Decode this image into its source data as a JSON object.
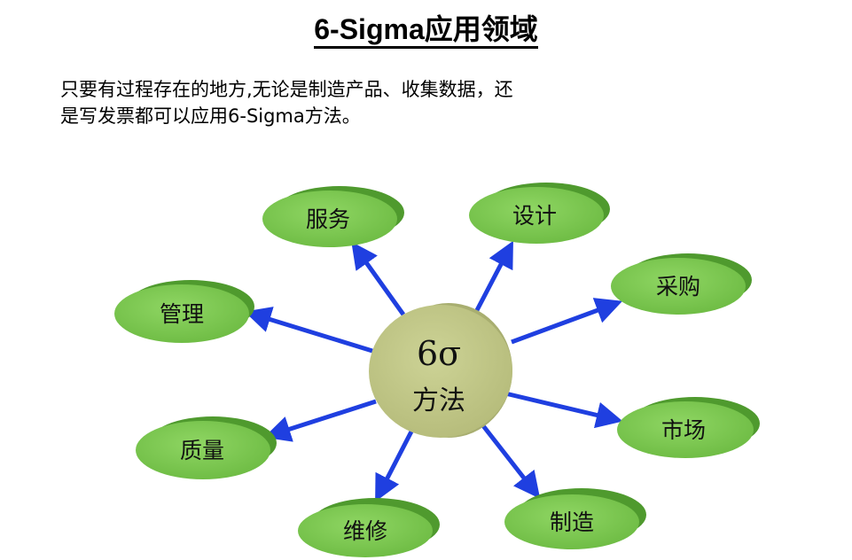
{
  "page": {
    "title": "6-Sigma应用领域",
    "intro_line1": "只要有过程存在的地方,无论是制造产品、收集数据，还",
    "intro_line2": "是写发票都可以应用6-Sigma方法。"
  },
  "center": {
    "symbol": "6σ",
    "label": "方法"
  },
  "nodes": {
    "service": "服务",
    "design": "设计",
    "purchase": "采购",
    "management": "管理",
    "market": "市场",
    "quality": "质量",
    "maintenance": "维修",
    "manufacturing": "制造"
  },
  "colors": {
    "node_fill": "#7cc84f",
    "node_dark": "#4f9a2e",
    "center_fill": "#c3c98a",
    "center_dark": "#a8ae70",
    "arrow": "#1f3fe0"
  }
}
